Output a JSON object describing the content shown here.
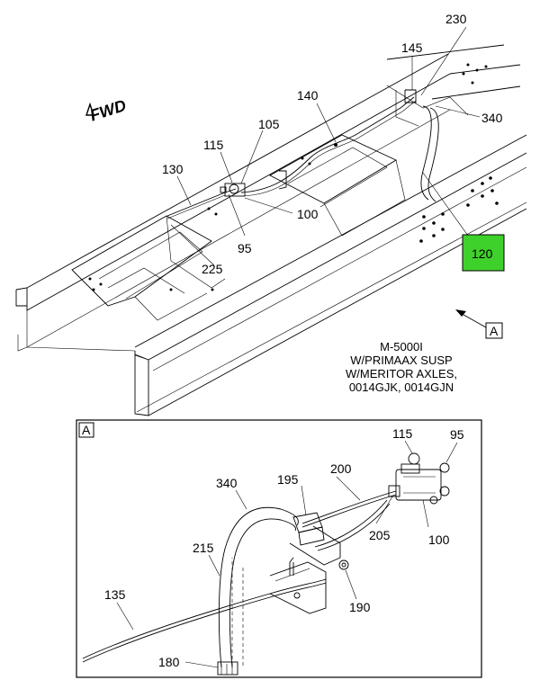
{
  "direction_label": "FWD",
  "view_marker": "A",
  "detail_marker": "A",
  "note_lines": [
    "M-5000I",
    "W/PRIMAAX SUSP",
    "W/MERITOR AXLES,",
    "0014GJK, 0014GJN"
  ],
  "highlight_color": "#3fd12b",
  "main_callouts": {
    "c230": "230",
    "c145": "145",
    "c340": "340",
    "c140": "140",
    "c105": "105",
    "c115": "115",
    "c130": "130",
    "c100": "100",
    "c95": "95",
    "c225": "225",
    "c120": "120"
  },
  "detail_callouts": {
    "c115": "115",
    "c95": "95",
    "c340": "340",
    "c195": "195",
    "c200": "200",
    "c205": "205",
    "c100": "100",
    "c215": "215",
    "c135": "135",
    "c190": "190",
    "c180": "180"
  }
}
